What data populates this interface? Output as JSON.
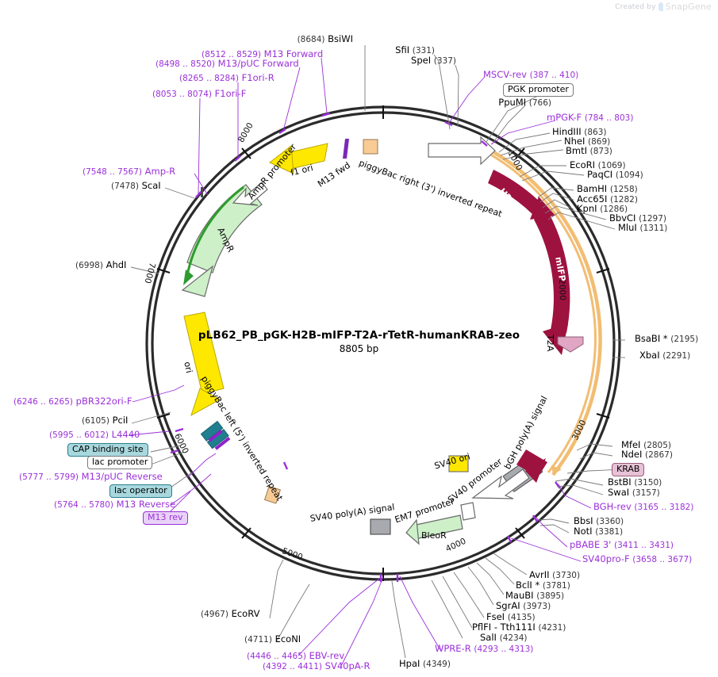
{
  "watermark": {
    "prefix": "Created by",
    "brand": "SnapGene"
  },
  "plasmid": {
    "name": "pLB62_PB_pGK-H2B-mIFP-T2A-rTetR-humanKRAB-zeo",
    "size": "8805 bp"
  },
  "colors": {
    "backbone": "#2b2b2b",
    "primer": "#9b30d9",
    "enzyme": "#000000",
    "cds_red": "#9e1240",
    "cds_green": "#cdf0c8",
    "ori_yellow": "#ffe800",
    "f1ori_yellow": "#ffe800",
    "orange_track": "#f0b860",
    "gray_feature": "#a8aab0",
    "orange_box": "#f8cb95",
    "teal_box": "#1f7f8f",
    "t2a_pink": "#e0a6c4"
  },
  "axis_ticks": [
    {
      "label": "1000"
    },
    {
      "label": "2000"
    },
    {
      "label": "3000"
    },
    {
      "label": "4000"
    },
    {
      "label": "5000"
    },
    {
      "label": "6000"
    },
    {
      "label": "7000"
    },
    {
      "label": "8000"
    }
  ],
  "enzymes_top": [
    {
      "name": "BsiWI",
      "pos": "(8684)",
      "order": "pos-first"
    },
    {
      "name": "SfiI",
      "pos": "(331)",
      "order": "name-first"
    },
    {
      "name": "SpeI",
      "pos": "(337)",
      "order": "name-first"
    },
    {
      "name": "PpuMI",
      "pos": "(766)",
      "order": "name-first"
    },
    {
      "name": "HindIII",
      "pos": "(863)",
      "order": "name-first"
    },
    {
      "name": "NheI",
      "pos": "(869)",
      "order": "name-first"
    },
    {
      "name": "BmtI",
      "pos": "(873)",
      "order": "name-first"
    }
  ],
  "enzymes_right": [
    {
      "name": "EcoRI",
      "pos": "(1069)"
    },
    {
      "name": "PaqCI",
      "pos": "(1094)"
    },
    {
      "name": "BamHI",
      "pos": "(1258)"
    },
    {
      "name": "Acc65I",
      "pos": "(1282)"
    },
    {
      "name": "KpnI",
      "pos": "(1286)"
    },
    {
      "name": "BbvCI",
      "pos": "(1297)"
    },
    {
      "name": "MluI",
      "pos": "(1311)"
    },
    {
      "name": "BsaBI *",
      "pos": "(2195)"
    },
    {
      "name": "XbaI",
      "pos": "(2291)"
    },
    {
      "name": "MfeI",
      "pos": "(2805)"
    },
    {
      "name": "NdeI",
      "pos": "(2867)"
    },
    {
      "name": "BstBI",
      "pos": "(3150)"
    },
    {
      "name": "SwaI",
      "pos": "(3157)"
    },
    {
      "name": "BbsI",
      "pos": "(3360)"
    },
    {
      "name": "NotI",
      "pos": "(3381)"
    }
  ],
  "enzymes_bottom": [
    {
      "name": "AvrII",
      "pos": "(3730)"
    },
    {
      "name": "BclI *",
      "pos": "(3781)"
    },
    {
      "name": "MauBI",
      "pos": "(3895)"
    },
    {
      "name": "SgrAI",
      "pos": "(3973)"
    },
    {
      "name": "FseI",
      "pos": "(4135)"
    },
    {
      "name": "PflFI  -  Tth111I",
      "pos": "(4231)"
    },
    {
      "name": "SalI",
      "pos": "(4234)"
    },
    {
      "name": "HpaI",
      "pos": "(4349)"
    }
  ],
  "enzymes_left": [
    {
      "name": "EcoNI",
      "pos": "(4711)",
      "order": "pos-first"
    },
    {
      "name": "EcoRV",
      "pos": "(4967)",
      "order": "pos-first"
    },
    {
      "name": "PciI",
      "pos": "(6105)",
      "order": "pos-first"
    },
    {
      "name": "AhdI",
      "pos": "(6998)",
      "order": "pos-first"
    },
    {
      "name": "ScaI",
      "pos": "(7478)",
      "order": "pos-first"
    }
  ],
  "primers": [
    {
      "name": "M13 Forward",
      "range": "(8512 .. 8529)"
    },
    {
      "name": "M13/pUC Forward",
      "range": "(8498 .. 8520)"
    },
    {
      "name": "F1ori-R",
      "range": "(8265 .. 8284)"
    },
    {
      "name": "F1ori-F",
      "range": "(8053 .. 8074)"
    },
    {
      "name": "Amp-R",
      "range": "(7548 .. 7567)"
    },
    {
      "name": "MSCV-rev",
      "range": "(387 .. 410)"
    },
    {
      "name": "mPGK-F",
      "range": "(784 .. 803)"
    },
    {
      "name": "BGH-rev",
      "range": "(3165 .. 3182)"
    },
    {
      "name": "pBABE 3'",
      "range": "(3411 .. 3431)"
    },
    {
      "name": "SV40pro-F",
      "range": "(3658 .. 3677)"
    },
    {
      "name": "WPRE-R",
      "range": "(4293 .. 4313)"
    },
    {
      "name": "SV40pA-R",
      "range": "(4392 .. 4411)"
    },
    {
      "name": "EBV-rev",
      "range": "(4446 .. 4465)"
    },
    {
      "name": "pBR322ori-F",
      "range": "(6246 .. 6265)"
    },
    {
      "name": "L4440",
      "range": "(5995 .. 6012)"
    },
    {
      "name": "M13/pUC Reverse",
      "range": "(5777 .. 5799)"
    },
    {
      "name": "M13 Reverse",
      "range": "(5764 .. 5780)"
    }
  ],
  "boxed_features": [
    {
      "label": "PGK promoter",
      "style": "box-plain"
    },
    {
      "label": "KRAB",
      "style": "box-pink"
    },
    {
      "label": "CAP binding site",
      "style": "box-teal"
    },
    {
      "label": "lac promoter",
      "style": "box-plain"
    },
    {
      "label": "lac operator",
      "style": "box-teal"
    },
    {
      "label": "M13 rev",
      "style": "box-viol"
    }
  ],
  "arc_features": [
    {
      "label": "H2B"
    },
    {
      "label": "mIFP"
    },
    {
      "label": "T2A"
    },
    {
      "label": "AmpR"
    },
    {
      "label": "AmpR promoter"
    },
    {
      "label": "ori"
    },
    {
      "label": "f1 ori"
    },
    {
      "label": "M13 fwd"
    },
    {
      "label": "BleoR"
    },
    {
      "label": "EM7 promoter"
    },
    {
      "label": "SV40 promoter"
    },
    {
      "label": "SV40 ori"
    },
    {
      "label": "SV40 poly(A) signal"
    },
    {
      "label": "bGH poly(A) signal"
    },
    {
      "label": "piggyBac right (3') inverted repeat"
    },
    {
      "label": "piggyBac left (5') inverted repeat"
    }
  ]
}
